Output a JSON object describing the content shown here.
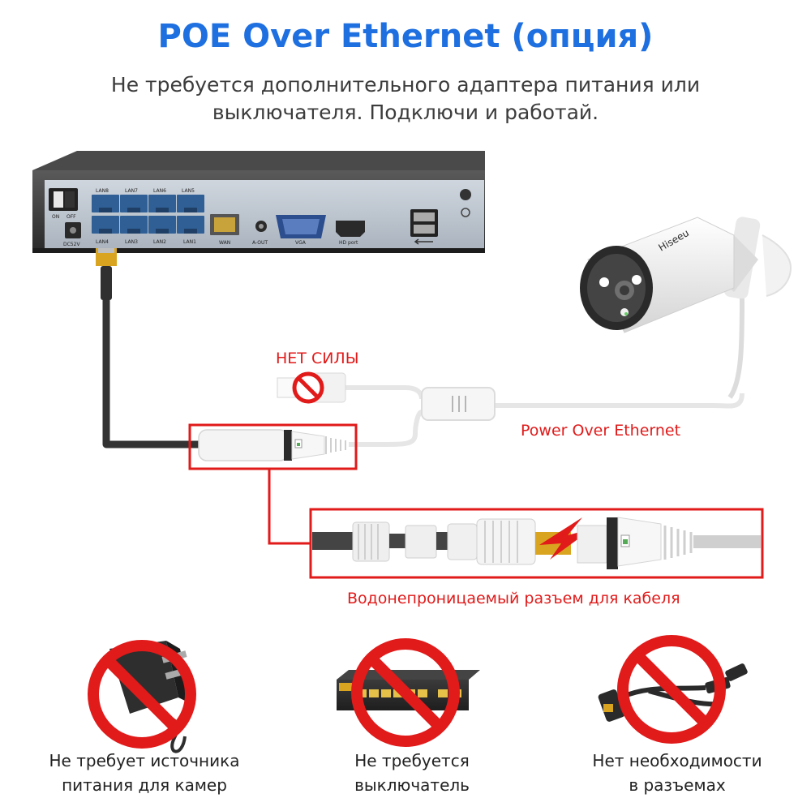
{
  "header": {
    "title": "POE Over Ethernet (опция)",
    "subtitle_lines": [
      "Не требуется дополнительного адаптера питания или",
      "выключателя. Подключи и работай."
    ]
  },
  "nvr": {
    "port_labels": {
      "lan8": "LAN8",
      "lan7": "LAN7",
      "lan6": "LAN6",
      "lan5": "LAN5",
      "lan4": "LAN4",
      "lan3": "LAN3",
      "lan2": "LAN2",
      "lan1": "LAN1",
      "on": "ON",
      "off": "OFF",
      "dc": "DC52V",
      "wan": "WAN",
      "audio": "A-OUT",
      "vga": "VGA",
      "hdmi": "HD port"
    }
  },
  "camera": {
    "brand": "Hiseeu"
  },
  "labels": {
    "no_power": "НЕТ СИЛЫ",
    "poe": "Power Over Ethernet",
    "waterproof": "Водонепроницаемый разъем для кабеля"
  },
  "bottom": [
    {
      "line1": "Не требует источника",
      "line2": "питания для камер",
      "icon": "power-adapter-icon"
    },
    {
      "line1": "Не требуется",
      "line2": "выключатель",
      "icon": "poe-switch-icon"
    },
    {
      "line1": "Нет необходимости",
      "line2": "в разъемах",
      "icon": "poe-splitter-icon"
    }
  ],
  "colors": {
    "title": "#1e6fe0",
    "red": "#e11a1a",
    "nvr_body": "#3a3a3a",
    "nvr_panel": "#b9c3cf",
    "port_blue": "#2f5f94",
    "cable_dark": "#333333",
    "cable_light": "#e6e6e6"
  }
}
